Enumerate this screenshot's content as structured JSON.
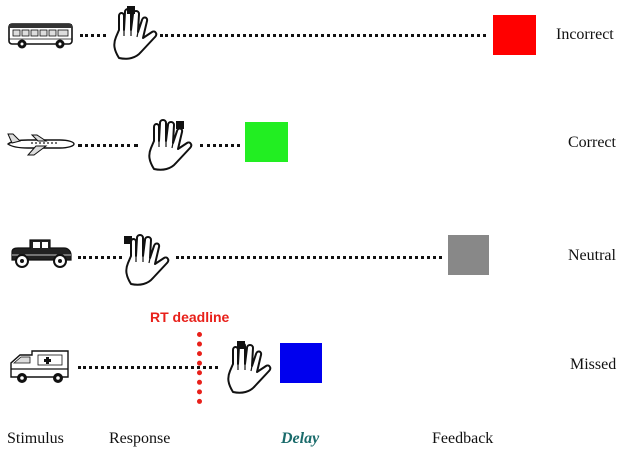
{
  "trials": [
    {
      "outcome": "Incorrect",
      "stimulus_icon": "bus-icon",
      "feedback_color": "#ff0000"
    },
    {
      "outcome": "Correct",
      "stimulus_icon": "airplane-icon",
      "feedback_color": "#22ee22"
    },
    {
      "outcome": "Neutral",
      "stimulus_icon": "vintage-car-icon",
      "feedback_color": "#888888"
    },
    {
      "outcome": "Missed",
      "stimulus_icon": "ambulance-icon",
      "feedback_color": "#0000ee"
    }
  ],
  "rt_deadline_label": "RT deadline",
  "rt_deadline_color": "#e8201a",
  "delay_color": "#1a6b6b",
  "axis_labels": {
    "stimulus": "Stimulus",
    "response": "Response",
    "delay": "Delay",
    "feedback": "Feedback"
  }
}
